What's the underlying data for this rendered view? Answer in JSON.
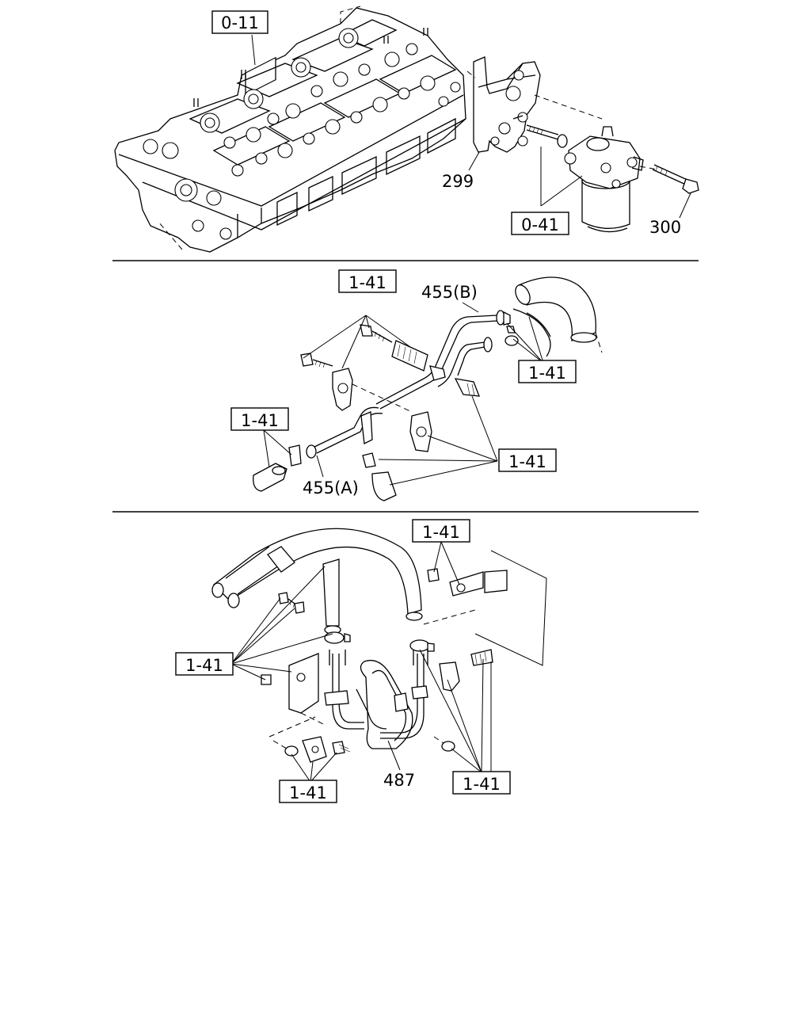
{
  "callouts": {
    "head_ref": "0-11",
    "filter_ref": "0-41",
    "bracket_no": "299",
    "bolt_no": "300",
    "p2_top_ref": "1-41",
    "p2_right_ref": "1-41",
    "p2_left_ref": "1-41",
    "p2_bottom_ref": "1-41",
    "pipe_b": "455(B)",
    "pipe_a": "455(A)",
    "p3_top_ref": "1-41",
    "p3_left_ref": "1-41",
    "p3_bottom_left_ref": "1-41",
    "p3_bottom_right_ref": "1-41",
    "pipe_487": "487"
  },
  "icons": {
    "head": "cylinder-head-icon",
    "filter": "fuel-filter-icon",
    "pipes": "fuel-pipe-assembly-icon",
    "cooler": "fuel-cooler-pipe-icon"
  }
}
